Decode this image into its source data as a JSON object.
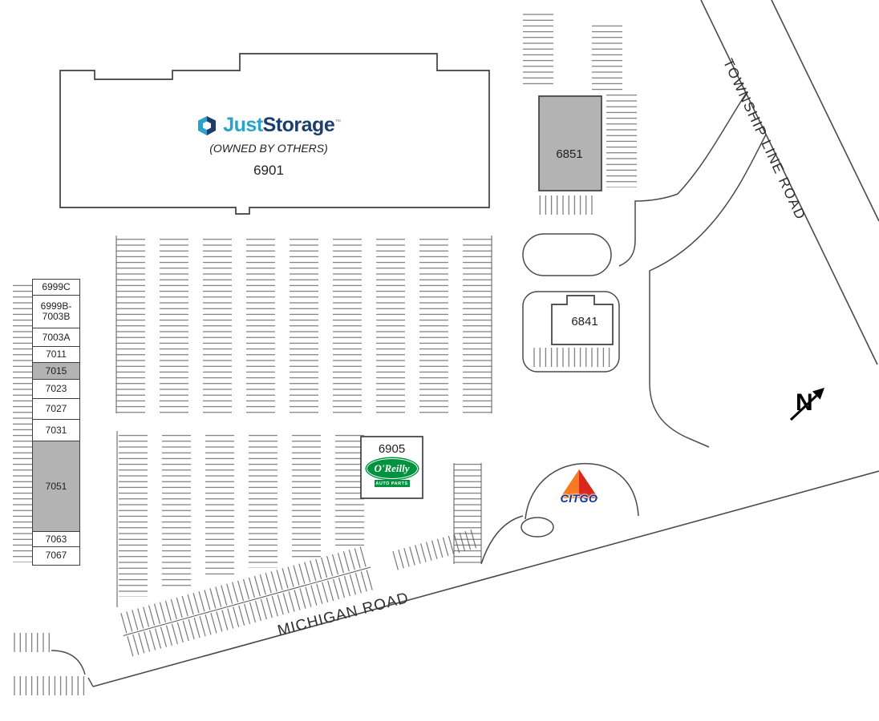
{
  "storage": {
    "brand_part1": "Just",
    "brand_part2": "Storage",
    "trademark": "™",
    "owned_by": "(OWNED BY OTHERS)",
    "number": "6901"
  },
  "buildings": {
    "b6851": "6851",
    "b6841": "6841",
    "b6905": "6905"
  },
  "oreilly": {
    "name": "O'Reilly",
    "sub": "AUTO PARTS"
  },
  "citgo": {
    "name": "CITGO"
  },
  "strip": {
    "units": [
      {
        "label": "6999C"
      },
      {
        "label": "6999B-",
        "label2": "7003B"
      },
      {
        "label": "7003A"
      },
      {
        "label": "7011"
      },
      {
        "label": "7015",
        "shaded": true
      },
      {
        "label": "7023"
      },
      {
        "label": "7027"
      },
      {
        "label": "7031"
      },
      {
        "label": "7051",
        "shaded": true
      },
      {
        "label": "7063"
      },
      {
        "label": "7067"
      }
    ]
  },
  "roads": {
    "township": "TOWNSHIP LINE ROAD",
    "michigan": "MICHIGAN ROAD"
  },
  "compass": {
    "label": "N"
  },
  "colors": {
    "shaded_unit": "#b3b3b3",
    "storage_teal": "#2aa2c9",
    "storage_navy": "#1b3e6d",
    "oreilly_green": "#00923f",
    "citgo_orange": "#f47b20",
    "citgo_red": "#da291c",
    "citgo_blue": "#0d3692",
    "linework": "#4a4a4a"
  }
}
